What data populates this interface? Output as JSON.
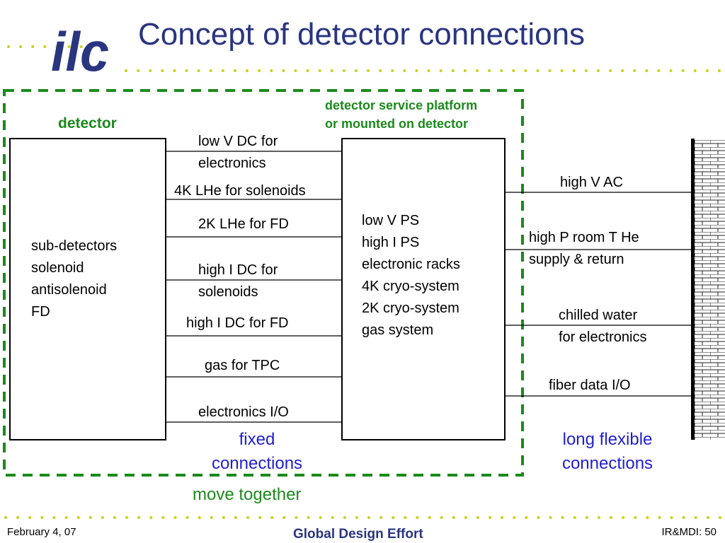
{
  "slide": {
    "title": "Concept of detector connections",
    "logo_text": "ilc"
  },
  "labels": {
    "detector": "detector",
    "service_platform_line1": "detector service platform",
    "service_platform_line2": "or mounted on detector",
    "detector_box_lines": [
      "sub-detectors",
      "solenoid",
      "antisolenoid",
      "FD"
    ],
    "service_box_lines": [
      "low V PS",
      "high I PS",
      "electronic racks",
      "4K cryo-system",
      "2K cryo-system",
      "gas system"
    ],
    "fixed_connections": [
      "low V DC for",
      "electronics",
      "4K LHe for solenoids",
      "2K LHe for FD",
      "high I DC for",
      "solenoids",
      "high I DC for FD",
      "gas for TPC",
      "electronics I/O"
    ],
    "flexible_connections": [
      "high V AC",
      "high P room T He",
      "supply & return",
      "chilled water",
      "for electronics",
      "fiber data I/O"
    ],
    "fixed_caption_1": "fixed",
    "fixed_caption_2": "connections",
    "flexible_caption_1": "long flexible",
    "flexible_caption_2": "connections",
    "move_together": "move together"
  },
  "footer": {
    "date": "February 4, 07",
    "center": "Global Design Effort",
    "page": "IR&MDI: 50"
  },
  "colors": {
    "title": "#2a3580",
    "green": "#1b8a1b",
    "blue": "#1f1fd0",
    "dots": "#c9d21f"
  }
}
